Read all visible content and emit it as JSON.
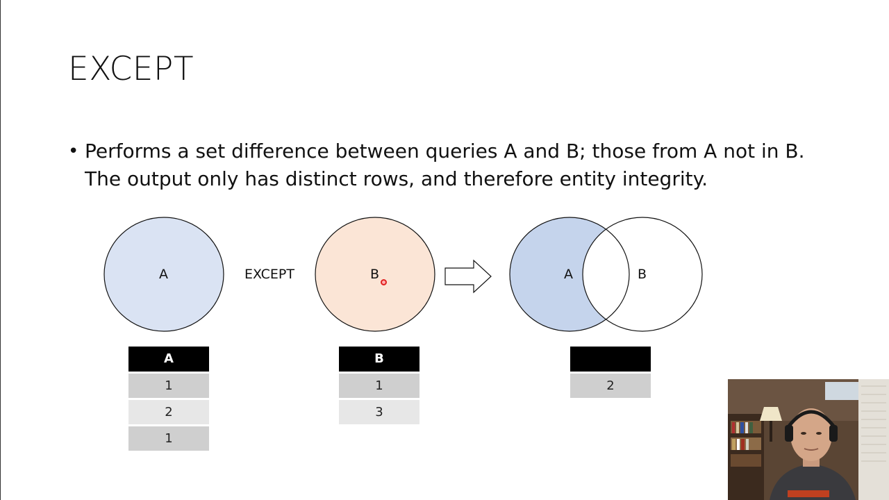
{
  "slide": {
    "title": "EXCEPT",
    "bullet_marker": "•",
    "bullet_text": "Performs a set difference between queries A and B; those from A not in B. The output only has distinct rows, and therefore entity integrity."
  },
  "diagram": {
    "set_a_label": "A",
    "operator_label": "EXCEPT",
    "set_b_label": "B",
    "result_a_label": "A",
    "result_b_label": "B",
    "colors": {
      "set_a_fill": "#dae3f3",
      "set_b_fill": "#fbe5d6",
      "result_fill": "#c5d4ec",
      "outline": "#111111"
    }
  },
  "tables": {
    "a": {
      "header": "A",
      "rows": [
        "1",
        "2",
        "1"
      ]
    },
    "b": {
      "header": "B",
      "rows": [
        "1",
        "3"
      ]
    },
    "result": {
      "header": "",
      "rows": [
        "2"
      ]
    }
  },
  "webcam": {
    "icon": "presenter-webcam-icon"
  }
}
